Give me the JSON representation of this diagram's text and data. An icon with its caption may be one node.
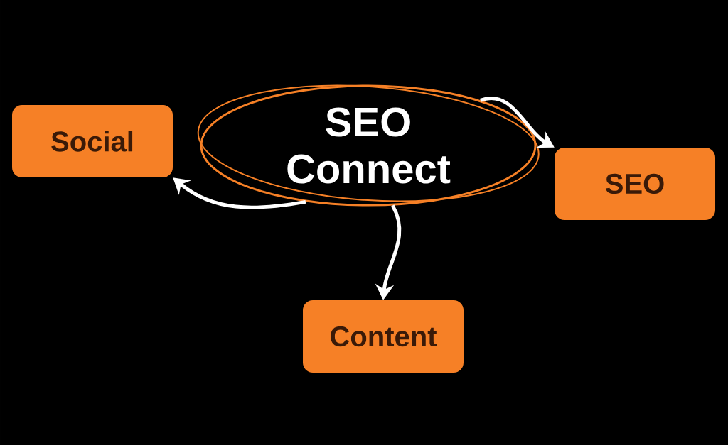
{
  "diagram": {
    "nodes": [
      {
        "text": [
          "SEO Connect"
        ]
      },
      {
        "text": [
          "Social"
        ]
      },
      {
        "text": [
          "SEO"
        ]
      },
      {
        "text": [
          "Content"
        ]
      }
    ],
    "edges": [
      {
        "from": 0,
        "to": 2,
        "arrow": "to"
      },
      {
        "from": 0,
        "to": 1,
        "arrow": "to"
      },
      {
        "from": 0,
        "to": 3,
        "arrow": "to"
      }
    ]
  }
}
